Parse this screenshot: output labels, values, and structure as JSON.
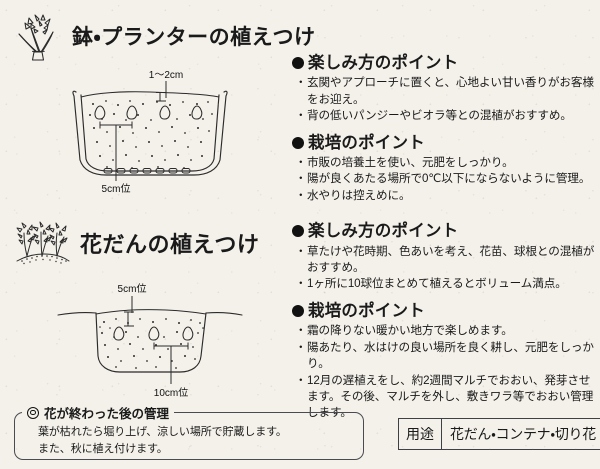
{
  "document": {
    "background_color": "#f4f1ea",
    "ink_color": "#1a1a1a"
  },
  "sections": [
    {
      "id": "pot-planter",
      "icon": "potted-flower-icon",
      "title": "鉢・プランターの植えつけ",
      "diagram": {
        "name": "planter-cross-section",
        "labels": [
          {
            "text": "1〜2cm",
            "meaning": "bulb-depth"
          },
          {
            "text": "5cm位",
            "meaning": "bulb-spacing"
          }
        ]
      }
    },
    {
      "id": "flower-bed",
      "icon": "flower-bed-icon",
      "title": "花だんの植えつけ",
      "diagram": {
        "name": "flowerbed-cross-section",
        "labels": [
          {
            "text": "5cm位",
            "meaning": "bulb-depth"
          },
          {
            "text": "10cm位",
            "meaning": "bulb-spacing"
          }
        ]
      }
    }
  ],
  "points": [
    {
      "id": "pot-enjoy",
      "heading": "楽しみ方のポイント",
      "items": [
        "玄関やアプローチに置くと、心地よい甘い香りがお客様をお迎え。",
        "背の低いパンジーやビオラ等との混植がおすすめ。"
      ]
    },
    {
      "id": "pot-grow",
      "heading": "栽培のポイント",
      "items": [
        "市販の培養土を使い、元肥をしっかり。",
        "陽が良くあたる場所で0℃以下にならないように管理。",
        "水やりは控えめに。"
      ]
    },
    {
      "id": "bed-enjoy",
      "heading": "楽しみ方のポイント",
      "items": [
        "草たけや花時期、色あいを考え、花苗、球根との混植がおすすめ。",
        "1ヶ所に10球位まとめて植えるとボリューム満点。"
      ]
    },
    {
      "id": "bed-grow",
      "heading": "栽培のポイント",
      "items": [
        "霜の降りない暖かい地方で楽しめます。",
        "陽あたり、水はけの良い場所を良く耕し、元肥をしっかり。",
        "12月の遅植えをし、約2週間マルチでおおい、発芽させます。その後、マルチを外し、敷きワラ等でおおい管理します。"
      ]
    }
  ],
  "aftercare": {
    "icon": "double-circle-icon",
    "legend": "花が終わった後の管理",
    "lines": [
      "葉が枯れたら堀り上げ、涼しい場所で貯蔵します。",
      "また、秋に植え付けます。"
    ]
  },
  "usage": {
    "label": "用途",
    "value": "花だん・コンテナ・切り花"
  }
}
